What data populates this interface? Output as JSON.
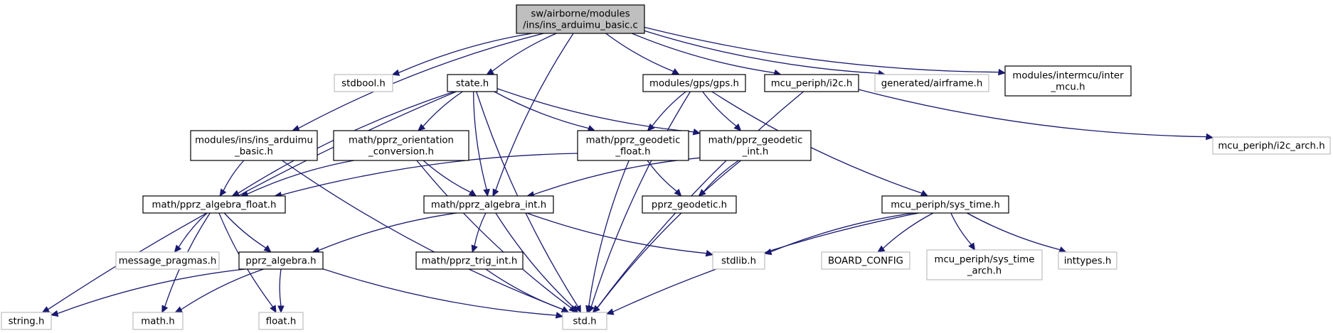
{
  "nodes": [
    {
      "id": "root",
      "lines": [
        "sw/airborne/modules",
        "/ins/ins_arduimu_basic.c"
      ],
      "kind": "root"
    },
    {
      "id": "stdbool",
      "lines": [
        "stdbool.h"
      ],
      "kind": "ext"
    },
    {
      "id": "state",
      "lines": [
        "state.h"
      ],
      "kind": "doc"
    },
    {
      "id": "gps",
      "lines": [
        "modules/gps/gps.h"
      ],
      "kind": "doc"
    },
    {
      "id": "i2c",
      "lines": [
        "mcu_periph/i2c.h"
      ],
      "kind": "doc"
    },
    {
      "id": "airframe",
      "lines": [
        "generated/airframe.h"
      ],
      "kind": "ext"
    },
    {
      "id": "intermcu",
      "lines": [
        "modules/intermcu/inter",
        "_mcu.h"
      ],
      "kind": "doc"
    },
    {
      "id": "insh",
      "lines": [
        "modules/ins/ins_arduimu",
        "_basic.h"
      ],
      "kind": "doc"
    },
    {
      "id": "orient",
      "lines": [
        "math/pprz_orientation",
        "_conversion.h"
      ],
      "kind": "doc"
    },
    {
      "id": "geofloat",
      "lines": [
        "math/pprz_geodetic",
        "_float.h"
      ],
      "kind": "doc"
    },
    {
      "id": "geoint",
      "lines": [
        "math/pprz_geodetic",
        "_int.h"
      ],
      "kind": "doc"
    },
    {
      "id": "i2carch",
      "lines": [
        "mcu_periph/i2c_arch.h"
      ],
      "kind": "ext"
    },
    {
      "id": "algfloat",
      "lines": [
        "math/pprz_algebra_float.h"
      ],
      "kind": "doc"
    },
    {
      "id": "algint",
      "lines": [
        "math/pprz_algebra_int.h"
      ],
      "kind": "doc"
    },
    {
      "id": "pgeod",
      "lines": [
        "pprz_geodetic.h"
      ],
      "kind": "doc"
    },
    {
      "id": "systime",
      "lines": [
        "mcu_periph/sys_time.h"
      ],
      "kind": "doc"
    },
    {
      "id": "msgprag",
      "lines": [
        "message_pragmas.h"
      ],
      "kind": "ext"
    },
    {
      "id": "palg",
      "lines": [
        "pprz_algebra.h"
      ],
      "kind": "doc"
    },
    {
      "id": "trig",
      "lines": [
        "math/pprz_trig_int.h"
      ],
      "kind": "doc"
    },
    {
      "id": "stdlib",
      "lines": [
        "stdlib.h"
      ],
      "kind": "ext"
    },
    {
      "id": "board",
      "lines": [
        "BOARD_CONFIG"
      ],
      "kind": "ext"
    },
    {
      "id": "systimearch",
      "lines": [
        "mcu_periph/sys_time",
        "_arch.h"
      ],
      "kind": "ext"
    },
    {
      "id": "inttypes",
      "lines": [
        "inttypes.h"
      ],
      "kind": "ext"
    },
    {
      "id": "string",
      "lines": [
        "string.h"
      ],
      "kind": "ext"
    },
    {
      "id": "math",
      "lines": [
        "math.h"
      ],
      "kind": "ext"
    },
    {
      "id": "float",
      "lines": [
        "float.h"
      ],
      "kind": "ext"
    },
    {
      "id": "std",
      "lines": [
        "std.h"
      ],
      "kind": "ext"
    }
  ],
  "edges": [
    [
      "root",
      "stdbool"
    ],
    [
      "root",
      "state"
    ],
    [
      "root",
      "gps"
    ],
    [
      "root",
      "i2c"
    ],
    [
      "root",
      "airframe"
    ],
    [
      "root",
      "intermcu"
    ],
    [
      "root",
      "insh"
    ],
    [
      "root",
      "algint"
    ],
    [
      "state",
      "string"
    ],
    [
      "state",
      "algfloat"
    ],
    [
      "state",
      "orient"
    ],
    [
      "state",
      "geofloat"
    ],
    [
      "state",
      "geoint"
    ],
    [
      "state",
      "algint"
    ],
    [
      "state",
      "std"
    ],
    [
      "gps",
      "geofloat"
    ],
    [
      "gps",
      "geoint"
    ],
    [
      "gps",
      "systime"
    ],
    [
      "gps",
      "std"
    ],
    [
      "i2c",
      "i2carch"
    ],
    [
      "i2c",
      "std"
    ],
    [
      "insh",
      "algfloat"
    ],
    [
      "insh",
      "std"
    ],
    [
      "orient",
      "algfloat"
    ],
    [
      "orient",
      "algint"
    ],
    [
      "orient",
      "std"
    ],
    [
      "geofloat",
      "algfloat"
    ],
    [
      "geofloat",
      "pgeod"
    ],
    [
      "geofloat",
      "std"
    ],
    [
      "geoint",
      "algint"
    ],
    [
      "geoint",
      "pgeod"
    ],
    [
      "geoint",
      "std"
    ],
    [
      "algfloat",
      "math"
    ],
    [
      "algfloat",
      "float"
    ],
    [
      "algfloat",
      "msgprag"
    ],
    [
      "algfloat",
      "palg"
    ],
    [
      "algint",
      "palg"
    ],
    [
      "algint",
      "trig"
    ],
    [
      "algint",
      "stdlib"
    ],
    [
      "algint",
      "std"
    ],
    [
      "palg",
      "string"
    ],
    [
      "palg",
      "math"
    ],
    [
      "palg",
      "float"
    ],
    [
      "palg",
      "std"
    ],
    [
      "trig",
      "std"
    ],
    [
      "systime",
      "stdlib"
    ],
    [
      "systime",
      "board"
    ],
    [
      "systime",
      "systimearch"
    ],
    [
      "systime",
      "inttypes"
    ],
    [
      "systime",
      "std"
    ]
  ]
}
